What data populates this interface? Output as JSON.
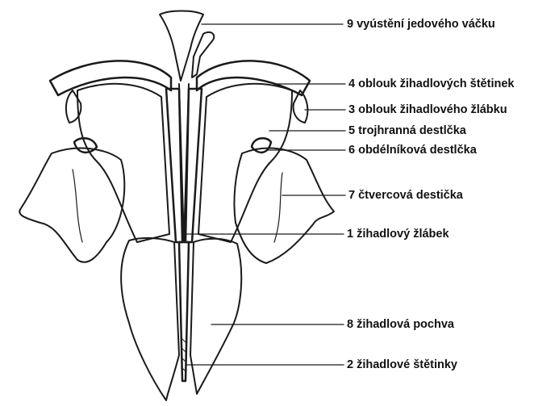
{
  "labels": [
    {
      "id": "vyusteni",
      "text": "9 vyústění jedového váčku"
    },
    {
      "id": "oblouk-stetinek",
      "text": "4 oblouk žihadlových štětinek"
    },
    {
      "id": "oblouk-zlabku",
      "text": "3 oblouk žihadlového žlábku"
    },
    {
      "id": "trojhranna",
      "text": "5 trojhranná destlčka"
    },
    {
      "id": "obdelnikova",
      "text": "6 obdélníková destlčka"
    },
    {
      "id": "ctvercova",
      "text": "7 čtvercová destička"
    },
    {
      "id": "zlabek",
      "text": "1 žihadlový žlábek"
    },
    {
      "id": "pochva",
      "text": "8 žihadlová pochva"
    },
    {
      "id": "stetinky",
      "text": "2 žihadlové štětinky"
    }
  ],
  "colors": {
    "ink": "#1a1a1a",
    "background": "#ffffff"
  }
}
